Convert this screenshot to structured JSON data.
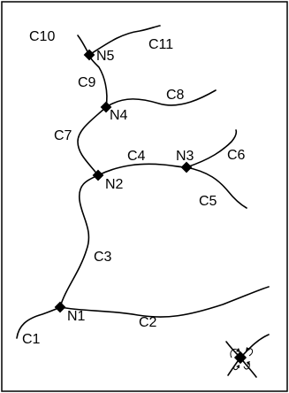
{
  "nodes": {
    "n1": "N1",
    "n2": "N2",
    "n3": "N3",
    "n4": "N4",
    "n5": "N5"
  },
  "curves": {
    "c1": "C1",
    "c2": "C2",
    "c3": "C3",
    "c4": "C4",
    "c5": "C5",
    "c6": "C6",
    "c7": "C7",
    "c8": "C8",
    "c9": "C9",
    "c10": "C10",
    "c11": "C11"
  }
}
